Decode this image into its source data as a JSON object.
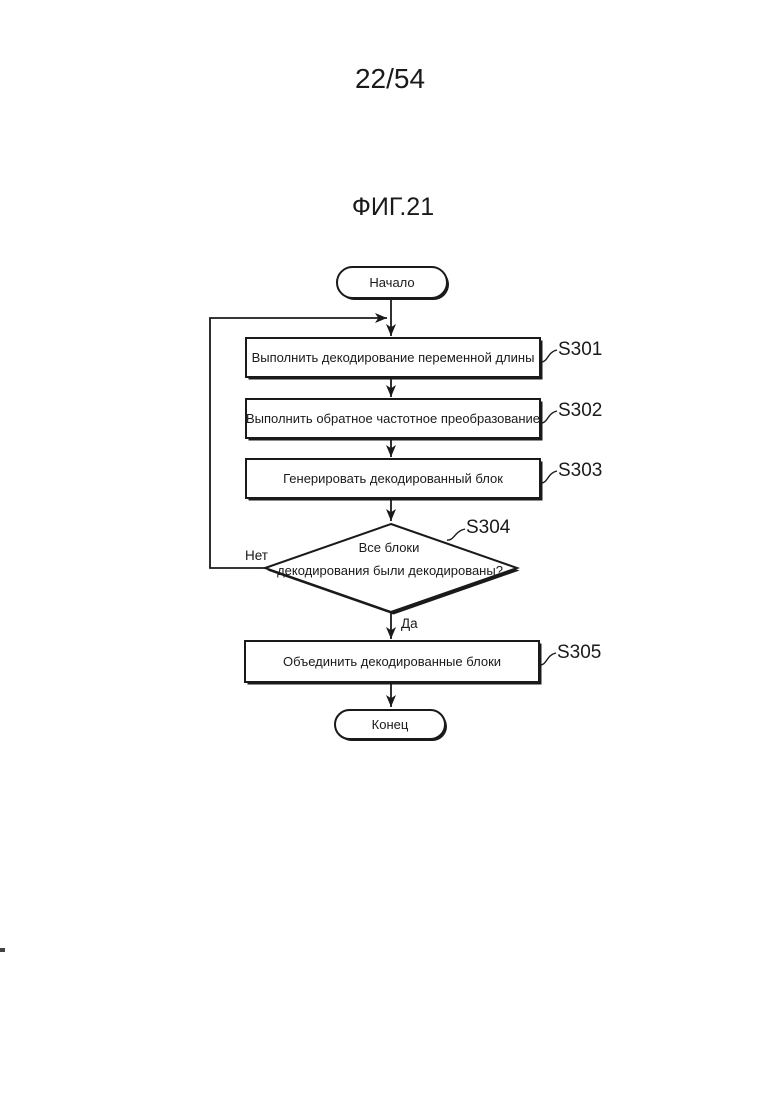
{
  "page": {
    "number": "22/54",
    "figure_title": "ФИГ.21"
  },
  "flowchart": {
    "start_label": "Начало",
    "end_label": "Конец",
    "steps": [
      {
        "id": "S301",
        "type": "process",
        "text": "Выполнить декодирование переменной длины"
      },
      {
        "id": "S302",
        "type": "process",
        "text": "Выполнить обратное частотное преобразование"
      },
      {
        "id": "S303",
        "type": "process",
        "text": "Генерировать декодированный блок"
      },
      {
        "id": "S304",
        "type": "decision",
        "lines": [
          "Все блоки",
          "декодирования были декодированы?"
        ]
      },
      {
        "id": "S305",
        "type": "process",
        "text": "Объединить декодированные блоки"
      }
    ],
    "branches": {
      "no": "Нет",
      "yes": "Да"
    },
    "colors": {
      "ink": "#1a1a1a",
      "paper": "#ffffff"
    }
  }
}
